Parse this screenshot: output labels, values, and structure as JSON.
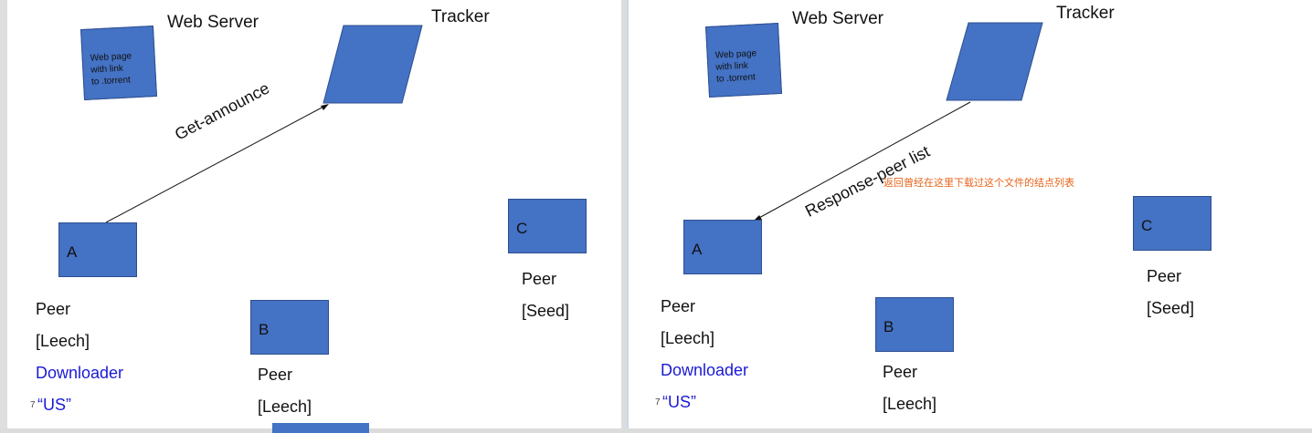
{
  "left_slide": {
    "web_server": "Web Server",
    "tracker": "Tracker",
    "note_text": "Web page\nwith link\nto .torrent",
    "arrow_label": "Get-announce",
    "box_a": "A",
    "box_b": "B",
    "box_c": "C",
    "peer_a": "Peer",
    "leech_a": "[Leech]",
    "downloader": "Downloader",
    "us": "“US”",
    "us_mark": "7",
    "peer_b": "Peer",
    "leech_b": "[Leech]",
    "peer_c": "Peer",
    "seed_c": "[Seed]"
  },
  "right_slide": {
    "web_server": "Web Server",
    "tracker": "Tracker",
    "note_text": "Web page\nwith link\nto .torrent",
    "arrow_label": "Response-peer list",
    "annotation_cn": "返回曾经在这里下载过这个文件的结点列表",
    "box_a": "A",
    "box_b": "B",
    "box_c": "C",
    "peer_a": "Peer",
    "leech_a": "[Leech]",
    "downloader": "Downloader",
    "us": "“US”",
    "us_mark": "7",
    "peer_b": "Peer",
    "leech_b": "[Leech]",
    "peer_c": "Peer",
    "seed_c": "[Seed]"
  },
  "colors": {
    "shape_fill": "#4472c4",
    "downloader_text": "#1a1ad6",
    "annotation_text": "#e8631a"
  }
}
